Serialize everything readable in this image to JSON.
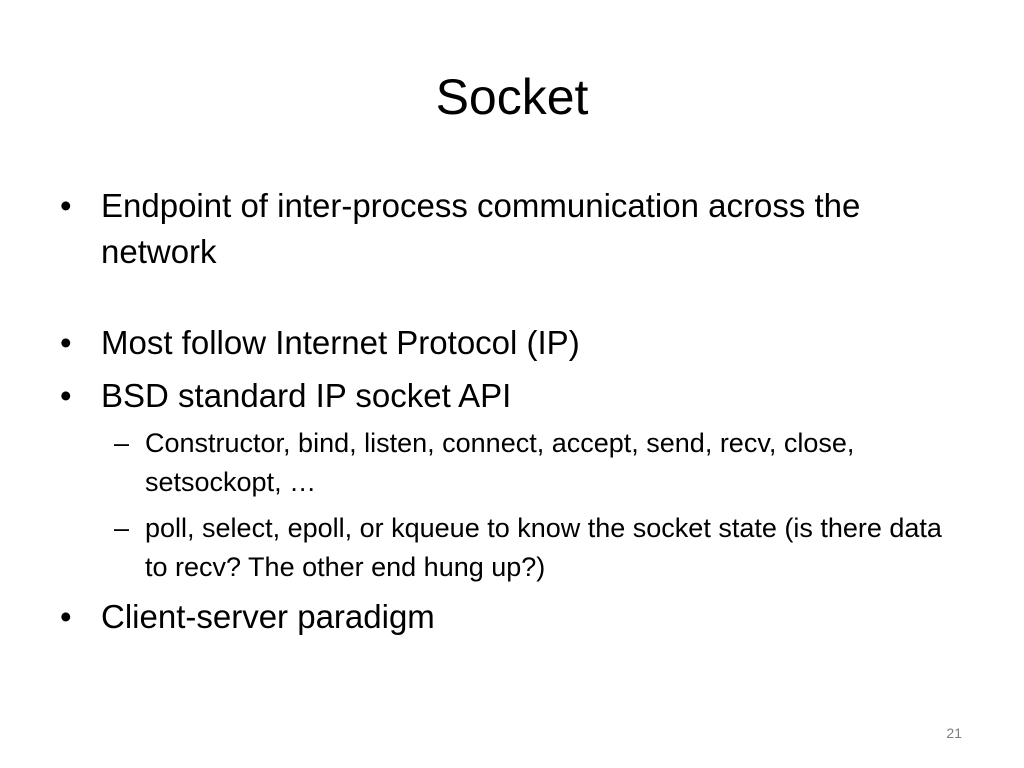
{
  "slide": {
    "title": "Socket",
    "bullets": [
      {
        "text": "Endpoint of inter-process communication across the network"
      },
      {
        "text": "Most follow Internet Protocol (IP)"
      },
      {
        "text": "BSD standard IP socket API",
        "subitems": [
          "Constructor, bind, listen, connect, accept, send, recv, close, setsockopt, …",
          "poll, select, epoll, or kqueue to know the socket state (is there data to recv? The other end hung up?)"
        ]
      },
      {
        "text": "Client-server paradigm"
      }
    ],
    "bullet_marker": "•",
    "sub_marker": "–",
    "page_number": "21"
  }
}
